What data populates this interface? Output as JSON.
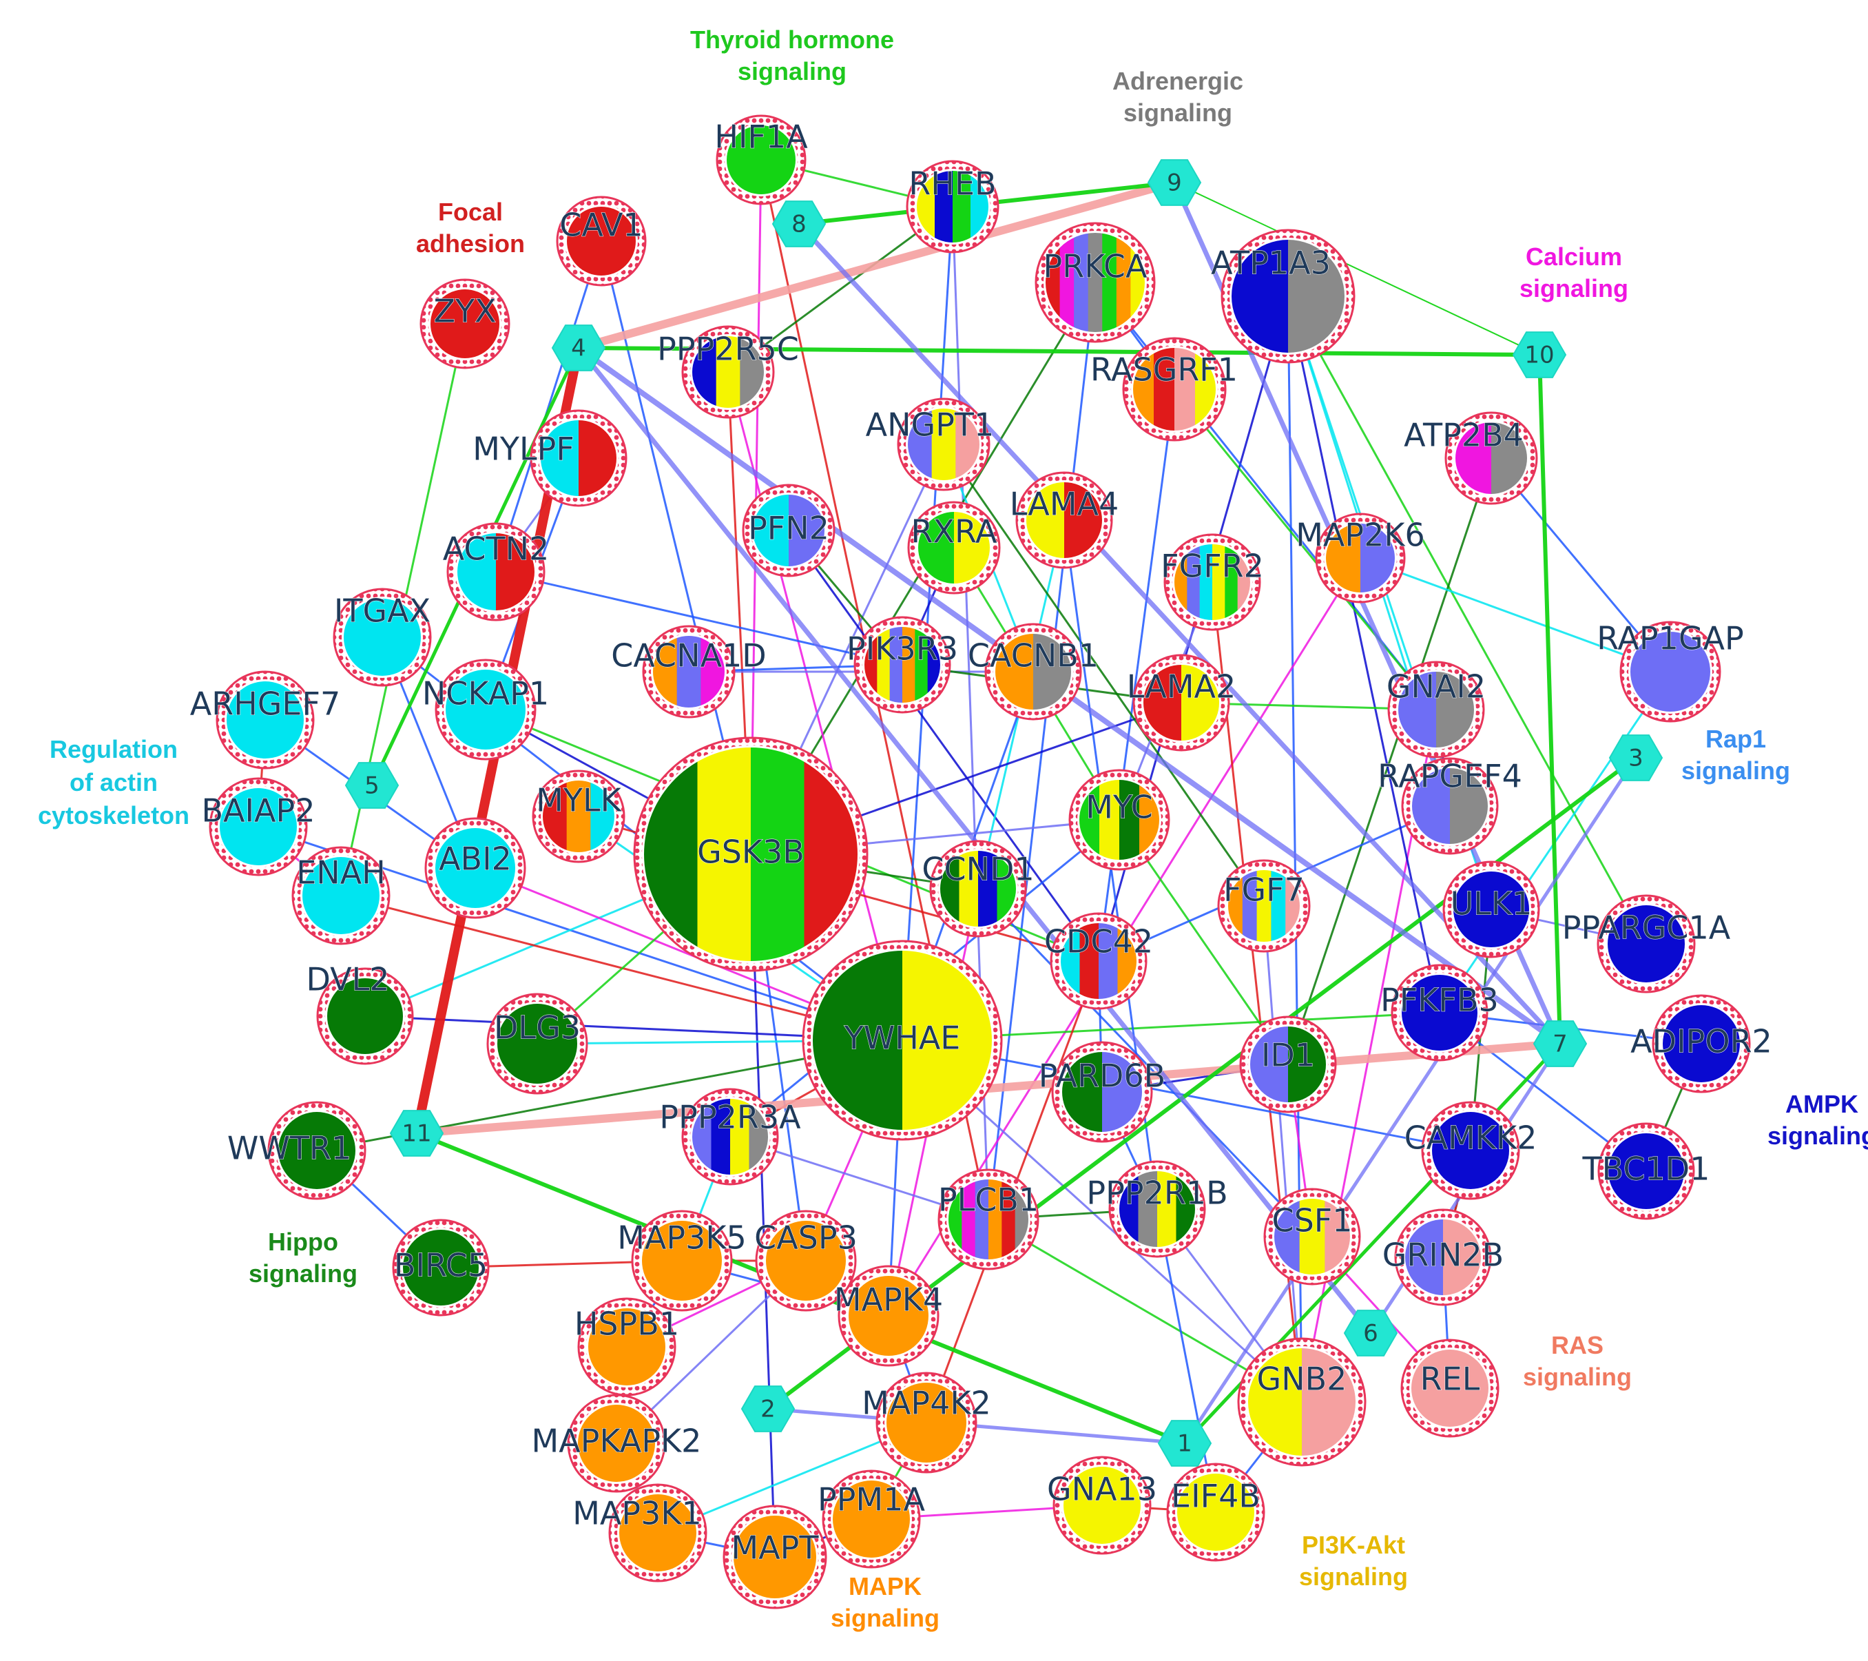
{
  "colors": {
    "Thyroid": "#14d414",
    "Adrenergic": "#8a8a8a",
    "Focal": "#e01a1a",
    "Calcium": "#f016e0",
    "Actin": "#00e5f0",
    "Rap1": "#6e6ef5",
    "AMPK": "#0a0ad0",
    "Hippo": "#067a06",
    "RAS": "#f5a0a0",
    "PI3K": "#f5f500",
    "MAPK": "#ff9800",
    "Extra": "#1e58ff"
  },
  "pathways": [
    {
      "id": "Thyroid",
      "lines": [
        "Thyroid hormone",
        "signaling"
      ],
      "color": "#1ec81e"
    },
    {
      "id": "Adrenergic",
      "lines": [
        "Adrenergic",
        "signaling"
      ],
      "color": "#7a7a7a"
    },
    {
      "id": "Focal",
      "lines": [
        "Focal",
        "adhesion"
      ],
      "color": "#d22020"
    },
    {
      "id": "Calcium",
      "lines": [
        "Calcium",
        "signaling"
      ],
      "color": "#f016e0"
    },
    {
      "id": "Actin",
      "lines": [
        "Regulation",
        "of actin",
        "cytoskeleton"
      ],
      "color": "#18c8e0"
    },
    {
      "id": "Rap1",
      "lines": [
        "Rap1",
        "signaling"
      ],
      "color": "#3a8ef0"
    },
    {
      "id": "AMPK",
      "lines": [
        "AMPK",
        "signaling"
      ],
      "color": "#1414c8"
    },
    {
      "id": "Hippo",
      "lines": [
        "Hippo",
        "signaling"
      ],
      "color": "#1a8a1a"
    },
    {
      "id": "RAS",
      "lines": [
        "RAS",
        "signaling"
      ],
      "color": "#f07a60"
    },
    {
      "id": "PI3K",
      "lines": [
        "PI3K-Akt",
        "signaling"
      ],
      "color": "#e6b800"
    },
    {
      "id": "MAPK",
      "lines": [
        "MAPK",
        "signaling"
      ],
      "color": "#ff8c00"
    }
  ],
  "hubs": [
    "1",
    "2",
    "3",
    "4",
    "5",
    "6",
    "7",
    "8",
    "9",
    "10",
    "11"
  ],
  "genes": [
    {
      "name": "HIF1A",
      "p": [
        "Thyroid"
      ]
    },
    {
      "name": "RHEB",
      "p": [
        "PI3K",
        "AMPK",
        "Thyroid",
        "Actin"
      ]
    },
    {
      "name": "CAV1",
      "p": [
        "Focal"
      ]
    },
    {
      "name": "ZYX",
      "p": [
        "Focal"
      ]
    },
    {
      "name": "PRKCA",
      "p": [
        "Focal",
        "Calcium",
        "Rap1",
        "Adrenergic",
        "Thyroid",
        "MAPK",
        "PI3K"
      ]
    },
    {
      "name": "ATP1A3",
      "p": [
        "AMPK",
        "Adrenergic"
      ]
    },
    {
      "name": "PPP2R5C",
      "p": [
        "AMPK",
        "PI3K",
        "Adrenergic"
      ]
    },
    {
      "name": "RASGRF1",
      "p": [
        "MAPK",
        "Focal",
        "RAS",
        "PI3K"
      ]
    },
    {
      "name": "ANGPT1",
      "p": [
        "Rap1",
        "PI3K",
        "RAS"
      ]
    },
    {
      "name": "ATP2B4",
      "p": [
        "Calcium",
        "Adrenergic"
      ]
    },
    {
      "name": "MYLPF",
      "p": [
        "Actin",
        "Focal"
      ]
    },
    {
      "name": "PFN2",
      "p": [
        "Actin",
        "Rap1"
      ]
    },
    {
      "name": "LAMA4",
      "p": [
        "PI3K",
        "Focal"
      ]
    },
    {
      "name": "RXRA",
      "p": [
        "Thyroid",
        "PI3K"
      ]
    },
    {
      "name": "ACTN2",
      "p": [
        "Actin",
        "Focal"
      ]
    },
    {
      "name": "MAP2K6",
      "p": [
        "MAPK",
        "Rap1"
      ]
    },
    {
      "name": "FGFR2",
      "p": [
        "MAPK",
        "Rap1",
        "Actin",
        "PI3K",
        "Thyroid",
        "RAS"
      ]
    },
    {
      "name": "ITGAX",
      "p": [
        "Actin"
      ]
    },
    {
      "name": "CACNA1D",
      "p": [
        "MAPK",
        "Rap1",
        "Calcium"
      ]
    },
    {
      "name": "PIK3R3",
      "p": [
        "Focal",
        "PI3K",
        "Rap1",
        "MAPK",
        "Thyroid",
        "AMPK"
      ]
    },
    {
      "name": "CACNB1",
      "p": [
        "MAPK",
        "Adrenergic"
      ]
    },
    {
      "name": "LAMA2",
      "p": [
        "Focal",
        "PI3K"
      ]
    },
    {
      "name": "RAP1GAP",
      "p": [
        "Rap1"
      ]
    },
    {
      "name": "NCKAP1",
      "p": [
        "Actin"
      ]
    },
    {
      "name": "ARHGEF7",
      "p": [
        "Actin"
      ]
    },
    {
      "name": "GNAI2",
      "p": [
        "Rap1",
        "Adrenergic"
      ]
    },
    {
      "name": "MYLK",
      "p": [
        "Focal",
        "MAPK",
        "Actin"
      ]
    },
    {
      "name": "BAIAP2",
      "p": [
        "Actin"
      ]
    },
    {
      "name": "GSK3B",
      "p": [
        "Hippo",
        "PI3K",
        "Thyroid",
        "Focal"
      ]
    },
    {
      "name": "MYC",
      "p": [
        "Thyroid",
        "PI3K",
        "Hippo",
        "MAPK"
      ]
    },
    {
      "name": "RAPGEF4",
      "p": [
        "Rap1",
        "Adrenergic"
      ]
    },
    {
      "name": "ABI2",
      "p": [
        "Actin"
      ]
    },
    {
      "name": "ENAH",
      "p": [
        "Actin"
      ]
    },
    {
      "name": "CCND1",
      "p": [
        "Hippo",
        "PI3K",
        "AMPK",
        "Thyroid"
      ]
    },
    {
      "name": "FGF7",
      "p": [
        "MAPK",
        "Rap1",
        "PI3K",
        "Actin",
        "RAS"
      ]
    },
    {
      "name": "ULK1",
      "p": [
        "AMPK"
      ]
    },
    {
      "name": "PPARGC1A",
      "p": [
        "AMPK"
      ]
    },
    {
      "name": "CDC42",
      "p": [
        "Actin",
        "Focal",
        "Rap1",
        "MAPK"
      ]
    },
    {
      "name": "DVL2",
      "p": [
        "Hippo"
      ]
    },
    {
      "name": "DLG3",
      "p": [
        "Hippo"
      ]
    },
    {
      "name": "YWHAE",
      "p": [
        "Hippo",
        "PI3K"
      ]
    },
    {
      "name": "PFKFB3",
      "p": [
        "AMPK"
      ]
    },
    {
      "name": "ADIPOR2",
      "p": [
        "AMPK"
      ]
    },
    {
      "name": "PARD6B",
      "p": [
        "Hippo",
        "Rap1"
      ]
    },
    {
      "name": "ID1",
      "p": [
        "Rap1",
        "Hippo"
      ]
    },
    {
      "name": "WWTR1",
      "p": [
        "Hippo"
      ]
    },
    {
      "name": "PPP2R3A",
      "p": [
        "Rap1",
        "AMPK",
        "PI3K",
        "Adrenergic"
      ]
    },
    {
      "name": "CAMKK2",
      "p": [
        "AMPK"
      ]
    },
    {
      "name": "TBC1D1",
      "p": [
        "AMPK"
      ]
    },
    {
      "name": "PLCB1",
      "p": [
        "Thyroid",
        "Calcium",
        "Rap1",
        "MAPK",
        "Focal",
        "Adrenergic"
      ]
    },
    {
      "name": "PPP2R1B",
      "p": [
        "AMPK",
        "Adrenergic",
        "PI3K",
        "Hippo"
      ]
    },
    {
      "name": "CSF1",
      "p": [
        "Rap1",
        "PI3K",
        "RAS"
      ]
    },
    {
      "name": "BIRC5",
      "p": [
        "Hippo"
      ]
    },
    {
      "name": "MAP3K5",
      "p": [
        "MAPK"
      ]
    },
    {
      "name": "CASP3",
      "p": [
        "MAPK"
      ]
    },
    {
      "name": "GRIN2B",
      "p": [
        "Rap1",
        "RAS"
      ]
    },
    {
      "name": "MAPK4",
      "p": [
        "MAPK"
      ]
    },
    {
      "name": "HSPB1",
      "p": [
        "MAPK"
      ]
    },
    {
      "name": "REL",
      "p": [
        "RAS"
      ]
    },
    {
      "name": "GNB2",
      "p": [
        "PI3K",
        "RAS"
      ]
    },
    {
      "name": "MAPKAPK2",
      "p": [
        "MAPK"
      ]
    },
    {
      "name": "MAP4K2",
      "p": [
        "MAPK"
      ]
    },
    {
      "name": "MAP3K1",
      "p": [
        "MAPK"
      ]
    },
    {
      "name": "PPM1A",
      "p": [
        "MAPK"
      ]
    },
    {
      "name": "MAPT",
      "p": [
        "MAPK"
      ]
    },
    {
      "name": "GNA13",
      "p": [
        "PI3K"
      ]
    },
    {
      "name": "EIF4B",
      "p": [
        "PI3K"
      ]
    }
  ],
  "hub_links": [
    {
      "a": "4",
      "b": "11",
      "c": "Focal",
      "w": 14
    },
    {
      "a": "4",
      "b": "9",
      "c": "RAS",
      "w": 12
    },
    {
      "a": "11",
      "b": "7",
      "c": "RAS",
      "w": 12
    },
    {
      "a": "4",
      "b": "10",
      "c": "Thyroid",
      "w": 6
    },
    {
      "a": "8",
      "b": "9",
      "c": "Thyroid",
      "w": 6
    },
    {
      "a": "9",
      "b": "10",
      "c": "Thyroid",
      "w": 2
    },
    {
      "a": "10",
      "b": "7",
      "c": "Thyroid",
      "w": 6
    },
    {
      "a": "4",
      "b": "5",
      "c": "Thyroid",
      "w": 5
    },
    {
      "a": "11",
      "b": "1",
      "c": "Thyroid",
      "w": 6
    },
    {
      "a": "1",
      "b": "7",
      "c": "Thyroid",
      "w": 5
    },
    {
      "a": "2",
      "b": "3",
      "c": "Thyroid",
      "w": 6
    },
    {
      "a": "4",
      "b": "7",
      "c": "Rap1",
      "w": 8
    },
    {
      "a": "8",
      "b": "7",
      "c": "Rap1",
      "w": 7
    },
    {
      "a": "9",
      "b": "7",
      "c": "Rap1",
      "w": 7
    },
    {
      "a": "4",
      "b": "6",
      "c": "Rap1",
      "w": 7
    },
    {
      "a": "2",
      "b": "1",
      "c": "Rap1",
      "w": 5
    },
    {
      "a": "1",
      "b": "3",
      "c": "Rap1",
      "w": 5
    },
    {
      "a": "6",
      "b": "7",
      "c": "Rap1",
      "w": 5
    }
  ],
  "gene_links": [
    [
      "ZYX",
      "ENAH"
    ],
    [
      "CAV1",
      "GSK3B"
    ],
    [
      "HIF1A",
      "GSK3B"
    ],
    [
      "HIF1A",
      "PLCB1"
    ],
    [
      "RHEB",
      "YWHAE"
    ],
    [
      "RHEB",
      "PLCB1"
    ],
    [
      "PRKCA",
      "GSK3B"
    ],
    [
      "PRKCA",
      "PLCB1"
    ],
    [
      "ATP1A3",
      "CDC42"
    ],
    [
      "ATP1A3",
      "ULK1"
    ],
    [
      "ATP1A3",
      "PPARGC1A"
    ],
    [
      "ATP1A3",
      "GNB2"
    ],
    [
      "PPP2R5C",
      "YWHAE"
    ],
    [
      "PPP2R5C",
      "GSK3B"
    ],
    [
      "RASGRF1",
      "CDC42"
    ],
    [
      "ANGPT1",
      "GSK3B"
    ],
    [
      "ATP2B4",
      "ID1"
    ],
    [
      "MYLPF",
      "NCKAP1"
    ],
    [
      "PFN2",
      "CDC42"
    ],
    [
      "LAMA4",
      "CCND1"
    ],
    [
      "RXRA",
      "MYC"
    ],
    [
      "ACTN2",
      "PIK3R3"
    ],
    [
      "MAP2K6",
      "MAPK4"
    ],
    [
      "FGFR2",
      "GNB2"
    ],
    [
      "ITGAX",
      "YWHAE"
    ],
    [
      "CACNA1D",
      "CACNB1"
    ],
    [
      "PIK3R3",
      "LAMA2"
    ],
    [
      "CACNB1",
      "YWHAE"
    ],
    [
      "LAMA2",
      "GSK3B"
    ],
    [
      "RAP1GAP",
      "PFKFB3"
    ],
    [
      "NCKAP1",
      "CDC42"
    ],
    [
      "ARHGEF7",
      "ABI2"
    ],
    [
      "GNAI2",
      "GNB2"
    ],
    [
      "MYLK",
      "CDC42"
    ],
    [
      "BAIAP2",
      "YWHAE"
    ],
    [
      "GSK3B",
      "MYC"
    ],
    [
      "GSK3B",
      "CCND1"
    ],
    [
      "GSK3B",
      "CASP3"
    ],
    [
      "GSK3B",
      "MAPT"
    ],
    [
      "GSK3B",
      "DVL2"
    ],
    [
      "MYC",
      "ID1"
    ],
    [
      "RAPGEF4",
      "CDC42"
    ],
    [
      "ABI2",
      "YWHAE"
    ],
    [
      "ENAH",
      "YWHAE"
    ],
    [
      "CCND1",
      "CSF1"
    ],
    [
      "FGF7",
      "GNB2"
    ],
    [
      "ULK1",
      "CAMKK2"
    ],
    [
      "CDC42",
      "PARD6B"
    ],
    [
      "DVL2",
      "YWHAE"
    ],
    [
      "DLG3",
      "YWHAE"
    ],
    [
      "YWHAE",
      "PFKFB3"
    ],
    [
      "YWHAE",
      "CAMKK2"
    ],
    [
      "YWHAE",
      "CASP3"
    ],
    [
      "YWHAE",
      "PPP2R3A"
    ],
    [
      "YWHAE",
      "MAPK4"
    ],
    [
      "YWHAE",
      "GNB2"
    ],
    [
      "YWHAE",
      "WWTR1"
    ],
    [
      "PFKFB3",
      "ADIPOR2"
    ],
    [
      "PARD6B",
      "ID1"
    ],
    [
      "PPP2R3A",
      "MAP3K5"
    ],
    [
      "PLCB1",
      "GNB2"
    ],
    [
      "PPP2R1B",
      "EIF4B"
    ],
    [
      "CSF1",
      "REL"
    ],
    [
      "BIRC5",
      "MAP3K5"
    ],
    [
      "MAP3K5",
      "HSPB1"
    ],
    [
      "CASP3",
      "MAPKAPK2"
    ],
    [
      "GRIN2B",
      "CAMKK2"
    ],
    [
      "MAPK4",
      "MAP4K2"
    ],
    [
      "HSPB1",
      "MAPKAPK2"
    ],
    [
      "MAPKAPK2",
      "MAP3K1"
    ],
    [
      "MAP4K2",
      "PPM1A"
    ],
    [
      "MAP3K1",
      "MAPT"
    ],
    [
      "PPM1A",
      "GNA13"
    ],
    [
      "GNA13",
      "EIF4B"
    ],
    [
      "TBC1D1",
      "PFKFB3"
    ],
    [
      "GNB2",
      "PPP2R1B"
    ],
    [
      "ANGPT1",
      "FGF7"
    ],
    [
      "PRKCA",
      "GNAI2"
    ],
    [
      "ATP1A3",
      "PFKFB3"
    ],
    [
      "ATP1A3",
      "RAPGEF4"
    ],
    [
      "RASGRF1",
      "GNAI2"
    ],
    [
      "MYC",
      "PPP2R3A"
    ],
    [
      "CCND1",
      "MAPK4"
    ],
    [
      "CDC42",
      "MAP4K2"
    ],
    [
      "LAMA4",
      "PPP2R1B"
    ],
    [
      "FGFR2",
      "MYC"
    ],
    [
      "PFN2",
      "PIK3R3"
    ],
    [
      "ITGAX",
      "ABI2"
    ],
    [
      "NCKAP1",
      "GSK3B"
    ],
    [
      "MYLK",
      "YWHAE"
    ],
    [
      "DLG3",
      "GSK3B"
    ],
    [
      "WWTR1",
      "BIRC5"
    ],
    [
      "ID1",
      "CSF1"
    ],
    [
      "CAMKK2",
      "GRIN2B"
    ],
    [
      "REL",
      "GRIN2B"
    ],
    [
      "ACTN2",
      "MYLPF"
    ],
    [
      "RHEB",
      "PPP2R5C"
    ],
    [
      "PRKCA",
      "RASGRF1"
    ],
    [
      "GNAI2",
      "RAPGEF4"
    ],
    [
      "MAP2K6",
      "RAP1GAP"
    ],
    [
      "LAMA2",
      "GNAI2"
    ],
    [
      "CACNA1D",
      "PIK3R3"
    ],
    [
      "HSPB1",
      "CASP3"
    ],
    [
      "CASP3",
      "MAP3K5"
    ],
    [
      "MAP3K5",
      "MAPK4"
    ],
    [
      "PPP2R3A",
      "PLCB1"
    ],
    [
      "PLCB1",
      "PPP2R1B"
    ],
    [
      "PARD6B",
      "PPP2R1B"
    ],
    [
      "RXRA",
      "PIK3R3"
    ],
    [
      "ANGPT1",
      "CACNB1"
    ],
    [
      "HIF1A",
      "RHEB"
    ],
    [
      "CAV1",
      "ACTN2"
    ],
    [
      "BAIAP2",
      "ENAH"
    ],
    [
      "ARHGEF7",
      "BAIAP2"
    ],
    [
      "RAP1GAP",
      "ATP2B4"
    ],
    [
      "ULK1",
      "PPARGC1A"
    ],
    [
      "ADIPOR2",
      "TBC1D1"
    ],
    [
      "EIF4B",
      "GNB2"
    ],
    [
      "MAPT",
      "PPM1A"
    ],
    [
      "MAP3K1",
      "MAP4K2"
    ]
  ]
}
